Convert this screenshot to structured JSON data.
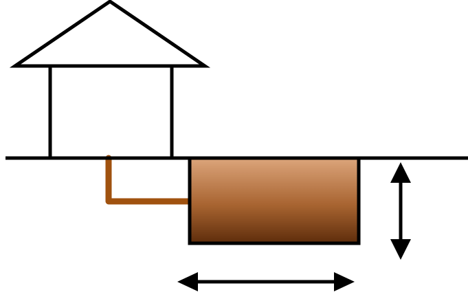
{
  "diagram": {
    "elements": [
      "house",
      "ground-line",
      "drain-pipe",
      "septic-tank",
      "depth-arrow",
      "length-arrow"
    ]
  },
  "colors": {
    "background": "#ffffff",
    "outline": "#000000",
    "pipe": "#a0520f",
    "tank_top": "#dca57b",
    "tank_middle": "#a86431",
    "tank_bottom": "#5e2d0b"
  },
  "icons": {
    "depth": "double-headed-vertical-arrow",
    "length": "double-headed-horizontal-arrow"
  }
}
